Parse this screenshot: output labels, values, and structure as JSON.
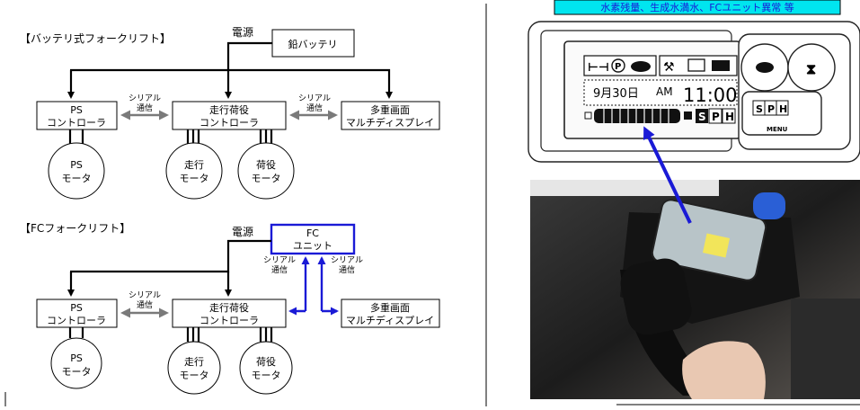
{
  "battery_section": {
    "title": "【バッテリ式フォークリフト】",
    "power_label": "電源",
    "battery_label": "鉛バッテリ",
    "ps_controller": [
      "PS",
      "コントローラ"
    ],
    "main_controller": [
      "走行荷役",
      "コントローラ"
    ],
    "display": [
      "多重画面",
      "マルチディスプレイ"
    ],
    "serial_left": [
      "シリアル",
      "通信"
    ],
    "serial_right": [
      "シリアル",
      "通信"
    ],
    "ps_motor": [
      "PS",
      "モータ"
    ],
    "drive_motor": [
      "走行",
      "モータ"
    ],
    "lift_motor": [
      "荷役",
      "モータ"
    ]
  },
  "fc_section": {
    "title": "【FCフォークリフト】",
    "power_label": "電源",
    "fc_unit": [
      "FC",
      "ユニット"
    ],
    "serial_fc_left": [
      "シリアル",
      "通信"
    ],
    "serial_fc_right": [
      "シリアル",
      "通信"
    ],
    "serial_left": [
      "シリアル",
      "通信"
    ],
    "ps_controller": [
      "PS",
      "コントローラ"
    ],
    "main_controller": [
      "走行荷役",
      "コントローラ"
    ],
    "display": [
      "多重画面",
      "マルチディスプレイ"
    ],
    "ps_motor": [
      "PS",
      "モータ"
    ],
    "drive_motor": [
      "走行",
      "モータ"
    ],
    "lift_motor": [
      "荷役",
      "モータ"
    ]
  },
  "caption_banner": "水素残量、生成水満水、FCユニット異常 等",
  "display_screen": {
    "date": "9月30日",
    "ampm": "AM",
    "time": "11:00",
    "modes": [
      "S",
      "P",
      "H"
    ],
    "menu_label": "MENU"
  },
  "colors": {
    "banner_bg": "#00e5ef",
    "blue_arrow": "#1a1ad6",
    "gray_arrow": "#7a7a7a"
  }
}
